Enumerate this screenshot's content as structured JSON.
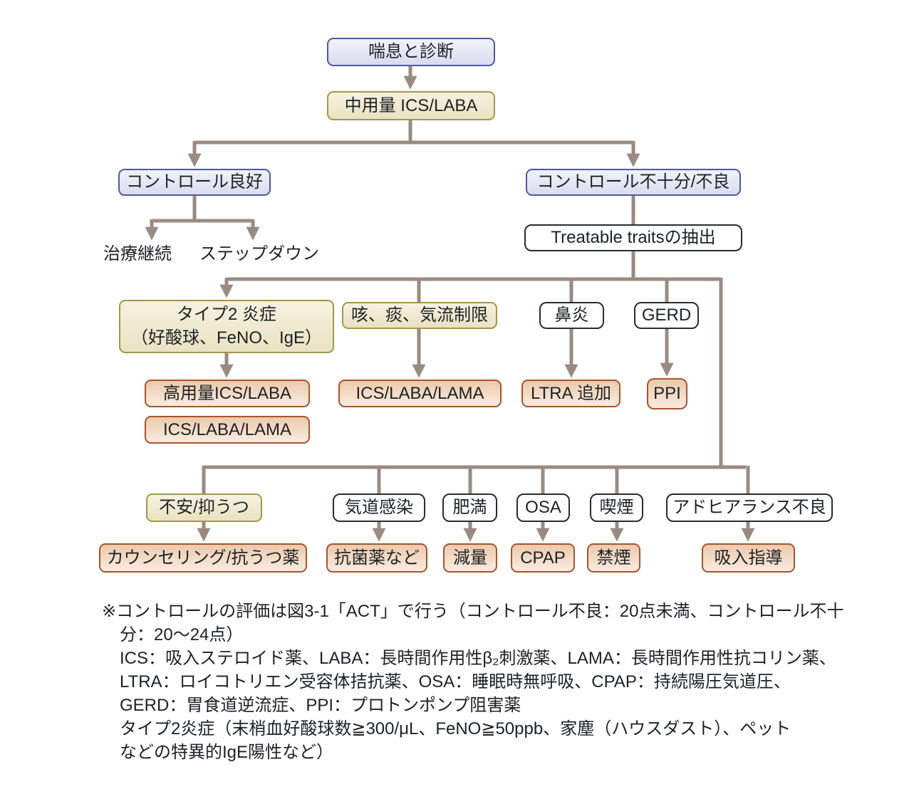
{
  "figure": {
    "nodes": {
      "start": "喘息と診断",
      "step1": "中用量 ICS/LABA",
      "good": "コントロール良好",
      "continue_treatment": "治療継続",
      "step_down": "ステップダウン",
      "poor": "コントロール不十分/不良",
      "traits": "Treatable traitsの抽出",
      "type2_title": "タイプ2 炎症",
      "type2_sub": "（好酸球、FeNO、IgE）",
      "cough": "咳、痰、気流制限",
      "rhinitis": "鼻炎",
      "gerd": "GERD",
      "high_ics": "高用量ICS/LABA",
      "triple_left": "ICS/LABA/LAMA",
      "triple_mid": "ICS/LABA/LAMA",
      "ltra": "LTRA 追加",
      "ppi": "PPI",
      "anxiety": "不安/抑うつ",
      "infection": "気道感染",
      "obesity": "肥満",
      "osa": "OSA",
      "smoking": "喫煙",
      "adherence": "アドヒアランス不良",
      "counseling": "カウンセリング/抗うつ薬",
      "antibiotics": "抗菌薬など",
      "weight_loss": "減量",
      "cpap": "CPAP",
      "quit_smoking": "禁煙",
      "inhaler_guidance": "吸入指導"
    },
    "footnotes": [
      "※コントロールの評価は図3-1「ACT」で行う（コントロール不良：20点未満、コントロール不十",
      "分：20～24点）",
      "ICS：吸入ステロイド薬、LABA：長時間作用性β₂刺激薬、LAMA：長時間作用性抗コリン薬、",
      "LTRA：ロイコトリエン受容体拮抗薬、OSA：睡眠時無呼吸、CPAP：持続陽圧気道圧、",
      "GERD：胃食道逆流症、PPI：プロトンポンプ阻害薬",
      "タイプ2炎症（末梢血好酸球数≧300/μL、FeNO≧50ppb、家塵（ハウスダスト）、ペット",
      "などの特異的IgE陽性など）"
    ],
    "colors": {
      "connector": "#9a8b82",
      "blue_border": "#4d58a6",
      "blue_fill": "#e4e6f4",
      "yellow_border": "#a39649",
      "yellow_fill": "#f1edd6",
      "white_border": "#262c33",
      "orange_border": "#a8532c",
      "orange_fill": "#f2d8c2",
      "text": "#1d2125"
    }
  }
}
